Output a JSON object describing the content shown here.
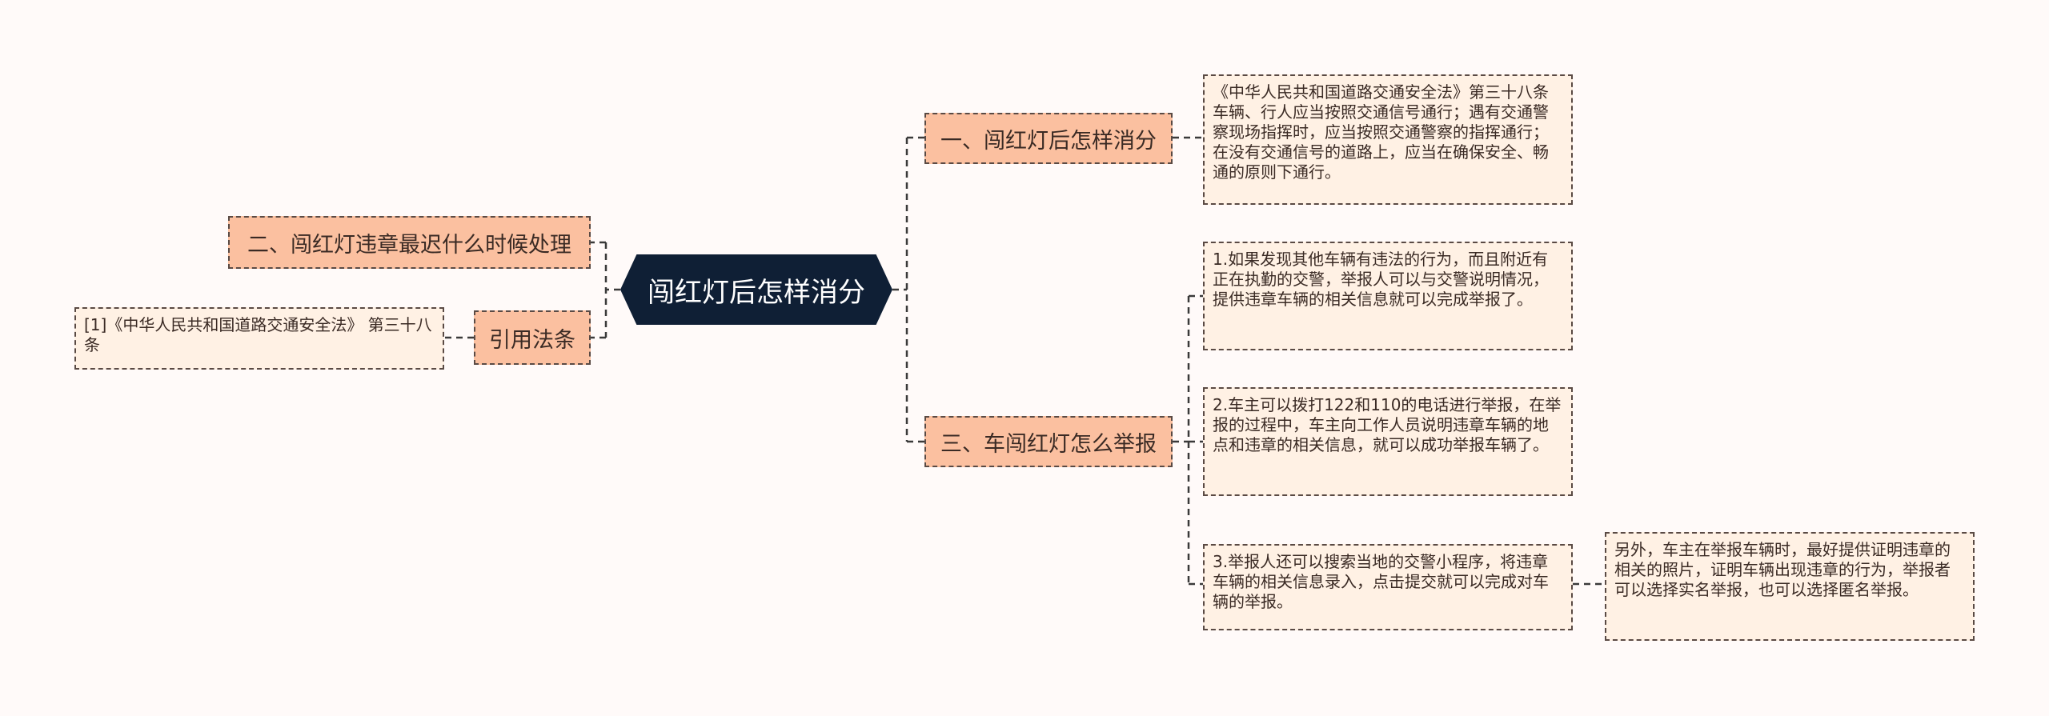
{
  "center": {
    "label": "闯红灯后怎样消分"
  },
  "branches": {
    "b1": "一、闯红灯后怎样消分",
    "b2": "二、闯红灯违章最迟什么时候处理",
    "b3": "三、车闯红灯怎么举报",
    "b4": "引用法条"
  },
  "leaves": {
    "l1": "《中华人民共和国道路交通安全法》第三十八条车辆、行人应当按照交通信号通行；遇有交通警察现场指挥时，应当按照交通警察的指挥通行；在没有交通信号的道路上，应当在确保安全、畅通的原则下通行。",
    "l2": "1.如果发现其他车辆有违法的行为，而且附近有正在执勤的交警，举报人可以与交警说明情况，提供违章车辆的相关信息就可以完成举报了。",
    "l3": "2.车主可以拨打122和110的电话进行举报，在举报的过程中，车主向工作人员说明违章车辆的地点和违章的相关信息，就可以成功举报车辆了。",
    "l4": "3.举报人还可以搜索当地的交警小程序，将违章车辆的相关信息录入，点击提交就可以完成对车辆的举报。",
    "l5": "另外，车主在举报车辆时，最好提供证明违章的相关的照片，证明车辆出现违章的行为，举报者可以选择实名举报，也可以选择匿名举报。",
    "l6": "[1]《中华人民共和国道路交通安全法》 第三十八条"
  }
}
